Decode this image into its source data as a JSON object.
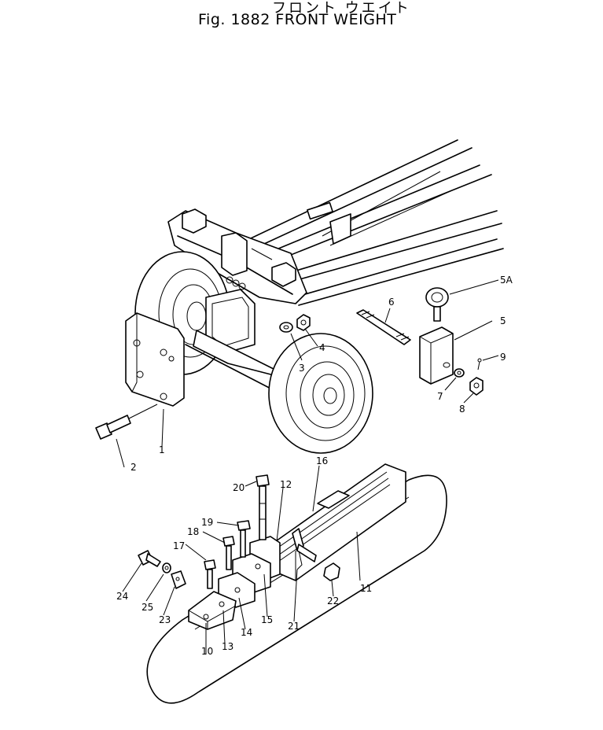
{
  "title_jp": "フロント ウエイト",
  "title_en": "Fig. 1882 FRONT WEIGHT",
  "callouts": [
    "1",
    "2",
    "3",
    "4",
    "5",
    "5A",
    "6",
    "7",
    "8",
    "9",
    "10",
    "11",
    "12",
    "13",
    "14",
    "15",
    "16",
    "17",
    "18",
    "19",
    "20",
    "21",
    "22",
    "23",
    "24",
    "25"
  ]
}
